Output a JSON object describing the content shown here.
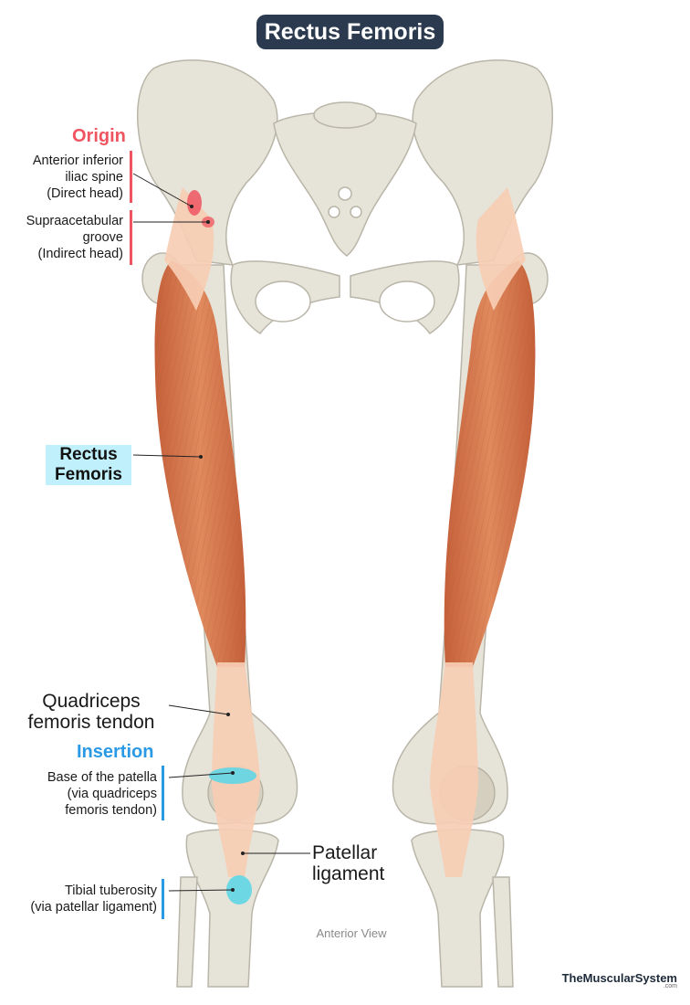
{
  "title": "Rectus Femoris",
  "origin": {
    "heading": "Origin",
    "point1": [
      "Anterior inferior",
      "iliac spine",
      "(Direct head)"
    ],
    "point2": [
      "Supraacetabular",
      "groove",
      "(Indirect head)"
    ]
  },
  "muscle_label": [
    "Rectus",
    "Femoris"
  ],
  "tendon_label": [
    "Quadriceps",
    "femoris tendon"
  ],
  "insertion": {
    "heading": "Insertion",
    "point1": [
      "Base of the patella",
      "(via quadriceps",
      "femoris tendon)"
    ],
    "point2": [
      "Tibial tuberosity",
      "(via patellar ligament)"
    ]
  },
  "ligament_label": [
    "Patellar",
    "ligament"
  ],
  "caption": "Anterior View",
  "brand": "TheMuscularSystem",
  "brand_suffix": ".com",
  "colors": {
    "title_bg": "#2b3a4e",
    "origin": "#ee5560",
    "insertion": "#2b9ae6",
    "muscle": "#d9774a",
    "tendon": "#f7cdb4",
    "bone": "#e6e3d8",
    "label_highlight": "#bff0fb"
  }
}
